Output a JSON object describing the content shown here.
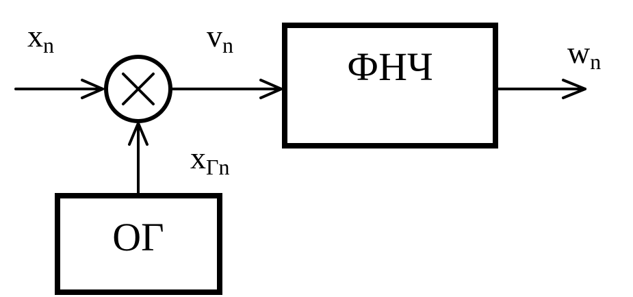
{
  "diagram": {
    "input_signal": {
      "main": "x",
      "sub": "n"
    },
    "mixed_signal": {
      "main": "v",
      "sub": "n"
    },
    "output_signal": {
      "main": "w",
      "sub": "n"
    },
    "oscillator_signal": {
      "main": "x",
      "sub": "Гn"
    },
    "lowpass_filter": {
      "label": "ФНЧ"
    },
    "oscillator": {
      "label": "ОГ"
    },
    "mixer": {
      "symbol": "multiply"
    },
    "stroke_color": "#000000",
    "background_color": "#ffffff"
  }
}
